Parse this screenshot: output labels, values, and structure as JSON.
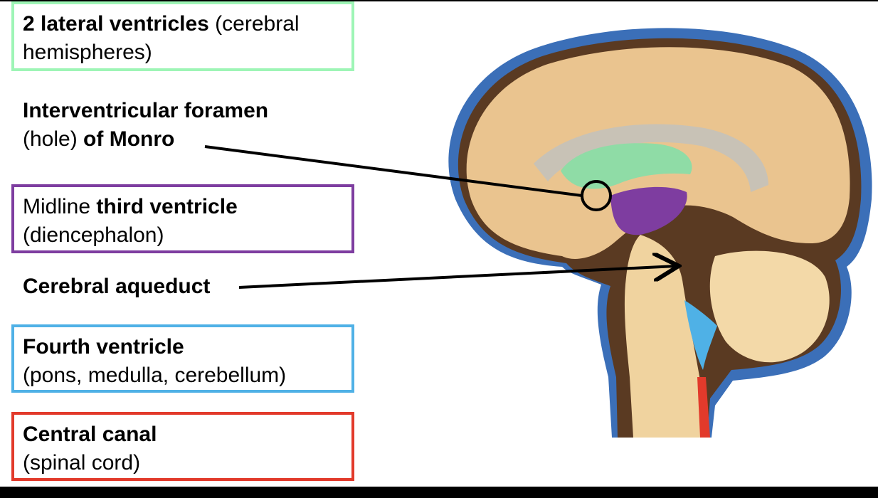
{
  "labels": {
    "lateral": {
      "bold": "2 lateral ventricles",
      "normal_1": " (cerebral",
      "normal_2": "hemispheres)"
    },
    "monro": {
      "bold_1": "Interventricular foramen",
      "normal": "(hole) ",
      "bold_2": "of Monro"
    },
    "third": {
      "normal_1": "Midline ",
      "bold": "third ventricle",
      "normal_2": "(diencephalon)"
    },
    "aqueduct": {
      "bold": "Cerebral aqueduct"
    },
    "fourth": {
      "bold": "Fourth ventricle",
      "normal": "(pons, medulla, cerebellum)"
    },
    "canal": {
      "bold": "Central canal",
      "normal": "(spinal cord)"
    }
  },
  "colors": {
    "lateral_ventricle": "#9ef5b6",
    "third_ventricle": "#7e3da0",
    "fourth_ventricle": "#4fb1e6",
    "central_canal": "#e23a2b",
    "csf_space": "#3b6fb8",
    "brain_tissue": "#eac48f",
    "dark_tissue": "#5a3a22"
  }
}
